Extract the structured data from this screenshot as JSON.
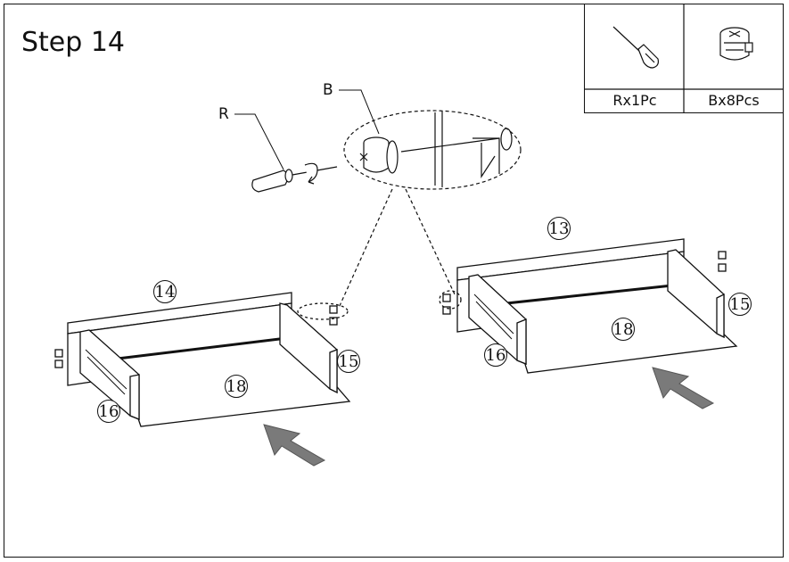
{
  "step": {
    "title": "Step 14"
  },
  "parts": [
    {
      "label": "Rx1Pc",
      "icon": "screwdriver-icon"
    },
    {
      "label": "Bx8Pcs",
      "icon": "cam-lock-icon"
    }
  ],
  "callouts": {
    "screwdriver": "R",
    "cam_lock": "B"
  },
  "left_assembly": {
    "back_panel": "14",
    "side_right": "15",
    "side_left": "16",
    "bottom": "18"
  },
  "right_assembly": {
    "back_panel": "13",
    "side_right": "15",
    "side_left": "16",
    "bottom": "18"
  },
  "colors": {
    "line": "#111111",
    "arrow": "#7a7a7a"
  }
}
